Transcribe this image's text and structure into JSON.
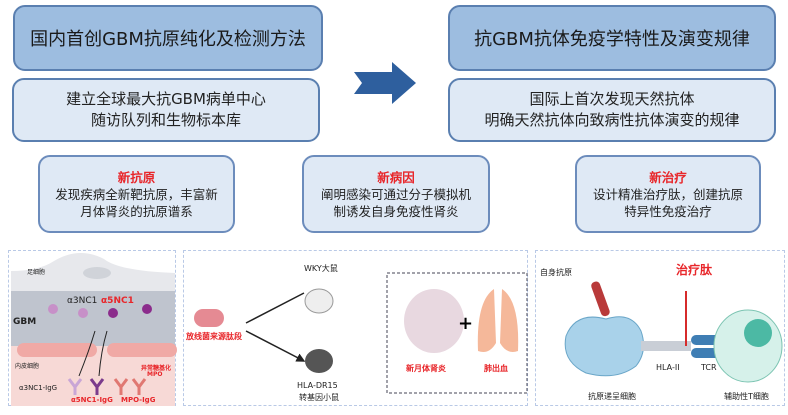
{
  "left": {
    "title": "国内首创GBM抗原纯化及检测方法",
    "sub_line1": "建立全球最大抗GBM病单中心",
    "sub_line2": "随访队列和生物标本库"
  },
  "right": {
    "title": "抗GBM抗体免疫学特性及演变规律",
    "sub_line1": "国际上首次发现天然抗体",
    "sub_line2": "明确天然抗体向致病性抗体演变的规律"
  },
  "cards": [
    {
      "heading": "新抗原",
      "line1": "发现疾病全新靶抗原，丰富新",
      "line2": "月体肾炎的抗原谱系"
    },
    {
      "heading": "新病因",
      "line1": "阐明感染可通过分子模拟机",
      "line2": "制诱发自身免疫性肾炎"
    },
    {
      "heading": "新治疗",
      "line1": "设计精准治疗肽，创建抗原",
      "line2": "特异性免疫治疗"
    }
  ],
  "panel1": {
    "podocyte": "足细胞",
    "a3": "α3NC1",
    "a5": "α5NC1",
    "gbm": "GBM",
    "endo": "内皮细胞",
    "a3igg": "α3NC1-IgG",
    "a5igg": "α5NC1-IgG",
    "mpoigg": "MPO-IgG",
    "mpo_line1": "异常糖基化",
    "mpo_line2": "MPO"
  },
  "panel2": {
    "peptide": "放线菌来源肽段",
    "rat": "WKY大鼠",
    "mouse_line1": "HLA-DR15",
    "mouse_line2": "转基因小鼠",
    "kidney": "新月体肾炎",
    "lung": "肺出血"
  },
  "panel3": {
    "autoantigen": "自身抗原",
    "therapy": "治疗肽",
    "hla": "HLA-II",
    "tcr": "TCR",
    "apc": "抗原递呈细胞",
    "tcell": "辅助性T细胞"
  },
  "colors": {
    "title_fill": "#9dbde0",
    "sub_fill": "#dfe9f5",
    "border": "#5a7fb0",
    "accent_red": "#e8262a",
    "arrow": "#2e5f9e"
  }
}
